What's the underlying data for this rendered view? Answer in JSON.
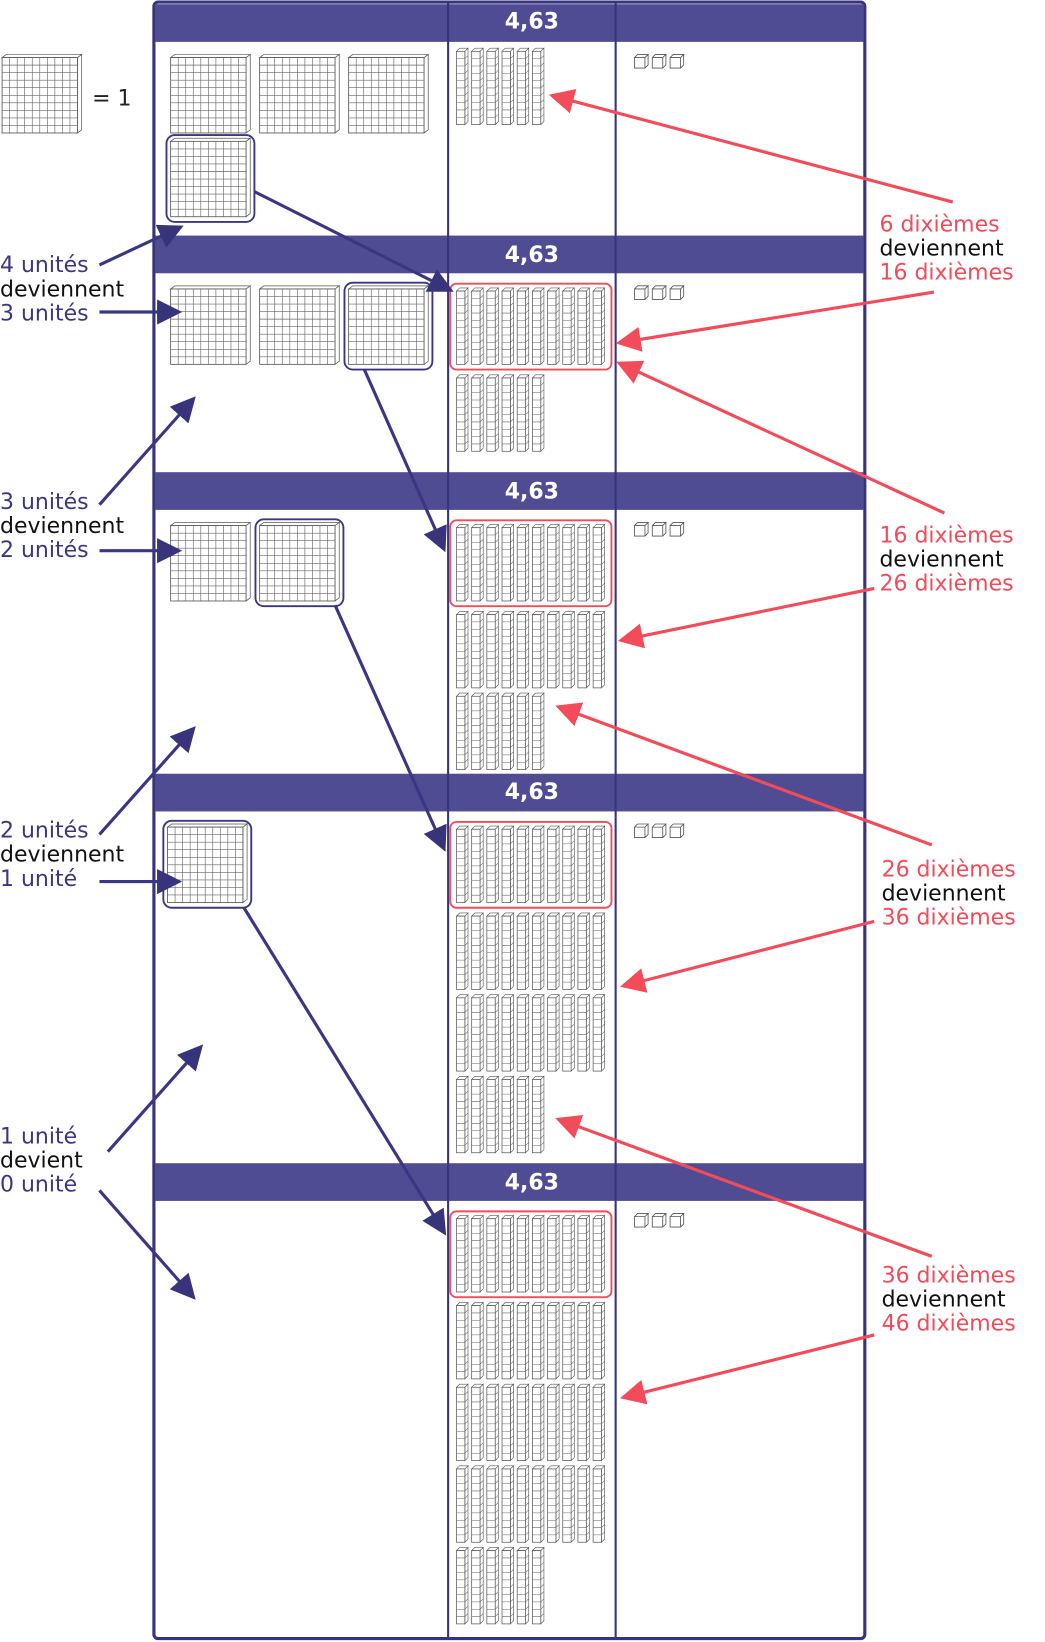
{
  "legend": {
    "equals_label": "= 1"
  },
  "colors": {
    "header": "#4f4c93",
    "border": "#37347c",
    "accent_purple": "#3b3683",
    "accent_red": "#f24b5a"
  },
  "rows": [
    {
      "header": "4,63",
      "unites": 4,
      "unites_highlighted": 1,
      "dixiemes": 6,
      "dixiemes_highlighted": 0,
      "centiemes": 3
    },
    {
      "header": "4,63",
      "unites": 3,
      "unites_highlighted": 1,
      "dixiemes": 16,
      "dixiemes_highlighted": 10,
      "centiemes": 3
    },
    {
      "header": "4,63",
      "unites": 2,
      "unites_highlighted": 1,
      "dixiemes": 26,
      "dixiemes_highlighted": 10,
      "centiemes": 3
    },
    {
      "header": "4,63",
      "unites": 1,
      "unites_highlighted": 1,
      "dixiemes": 36,
      "dixiemes_highlighted": 10,
      "centiemes": 3
    },
    {
      "header": "4,63",
      "unites": 0,
      "unites_highlighted": 0,
      "dixiemes": 46,
      "dixiemes_highlighted": 10,
      "centiemes": 3
    }
  ],
  "left_annotations": [
    {
      "from": "4 unités",
      "verb": "deviennent",
      "to": "3 unités"
    },
    {
      "from": "3 unités",
      "verb": "deviennent",
      "to": "2 unités"
    },
    {
      "from": "2 unités",
      "verb": "deviennent",
      "to": "1 unité"
    },
    {
      "from": "1 unité",
      "verb": "devient",
      "to": "0 unité"
    }
  ],
  "right_annotations": [
    {
      "from": "6 dixièmes",
      "verb": "deviennent",
      "to": "16 dixièmes"
    },
    {
      "from": "16 dixièmes",
      "verb": "deviennent",
      "to": "26 dixièmes"
    },
    {
      "from": "26 dixièmes",
      "verb": "deviennent",
      "to": "36 dixièmes"
    },
    {
      "from": "36 dixièmes",
      "verb": "deviennent",
      "to": "46 dixièmes"
    }
  ]
}
